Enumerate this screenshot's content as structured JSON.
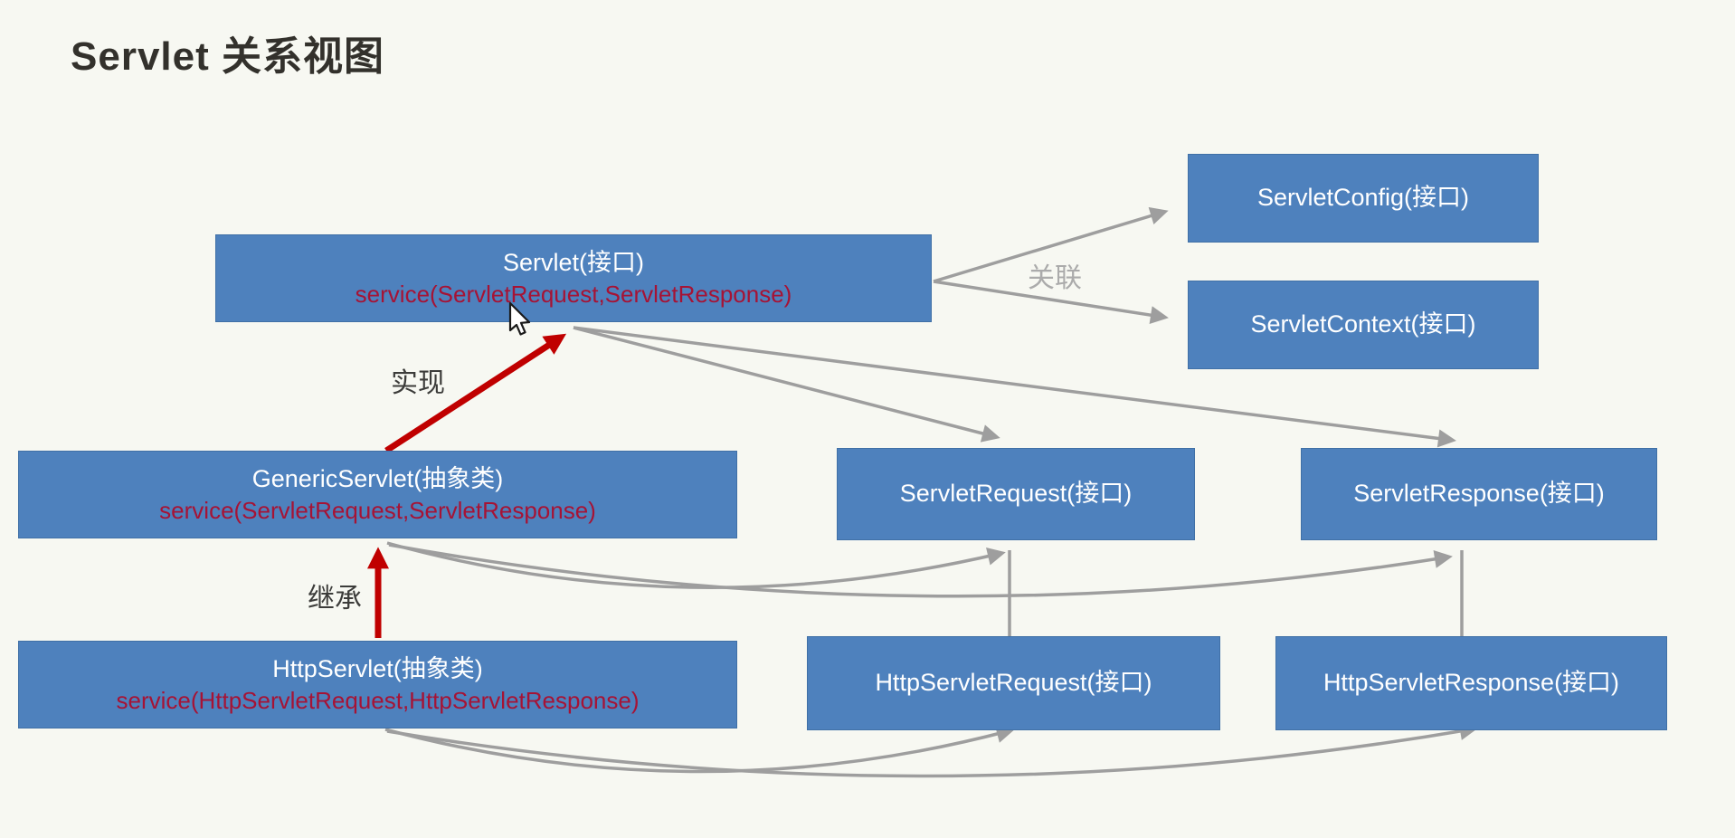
{
  "title": "Servlet 关系视图",
  "colors": {
    "background": "#f7f8f2",
    "node_fill": "#4e81bd",
    "node_text": "#ffffff",
    "method_text": "#a61335",
    "red_arrow": "#c00000",
    "gray_arrow": "#9e9e9e",
    "label_dark": "#3c3c3a",
    "label_gray": "#ababab"
  },
  "nodes": {
    "servlet": {
      "title": "Servlet(接口)",
      "method": "service(ServletRequest,ServletResponse)"
    },
    "servlet_config": {
      "title": "ServletConfig(接口)"
    },
    "servlet_context": {
      "title": "ServletContext(接口)"
    },
    "generic_servlet": {
      "title": "GenericServlet(抽象类)",
      "method": "service(ServletRequest,ServletResponse)"
    },
    "servlet_request": {
      "title": "ServletRequest(接口)"
    },
    "servlet_response": {
      "title": "ServletResponse(接口)"
    },
    "http_servlet": {
      "title": "HttpServlet(抽象类)",
      "method": "service(HttpServletRequest,HttpServletResponse)"
    },
    "http_servlet_request": {
      "title": "HttpServletRequest(接口)"
    },
    "http_servlet_response": {
      "title": "HttpServletResponse(接口)"
    }
  },
  "labels": {
    "association": "关联",
    "implements": "实现",
    "extends": "继承"
  }
}
